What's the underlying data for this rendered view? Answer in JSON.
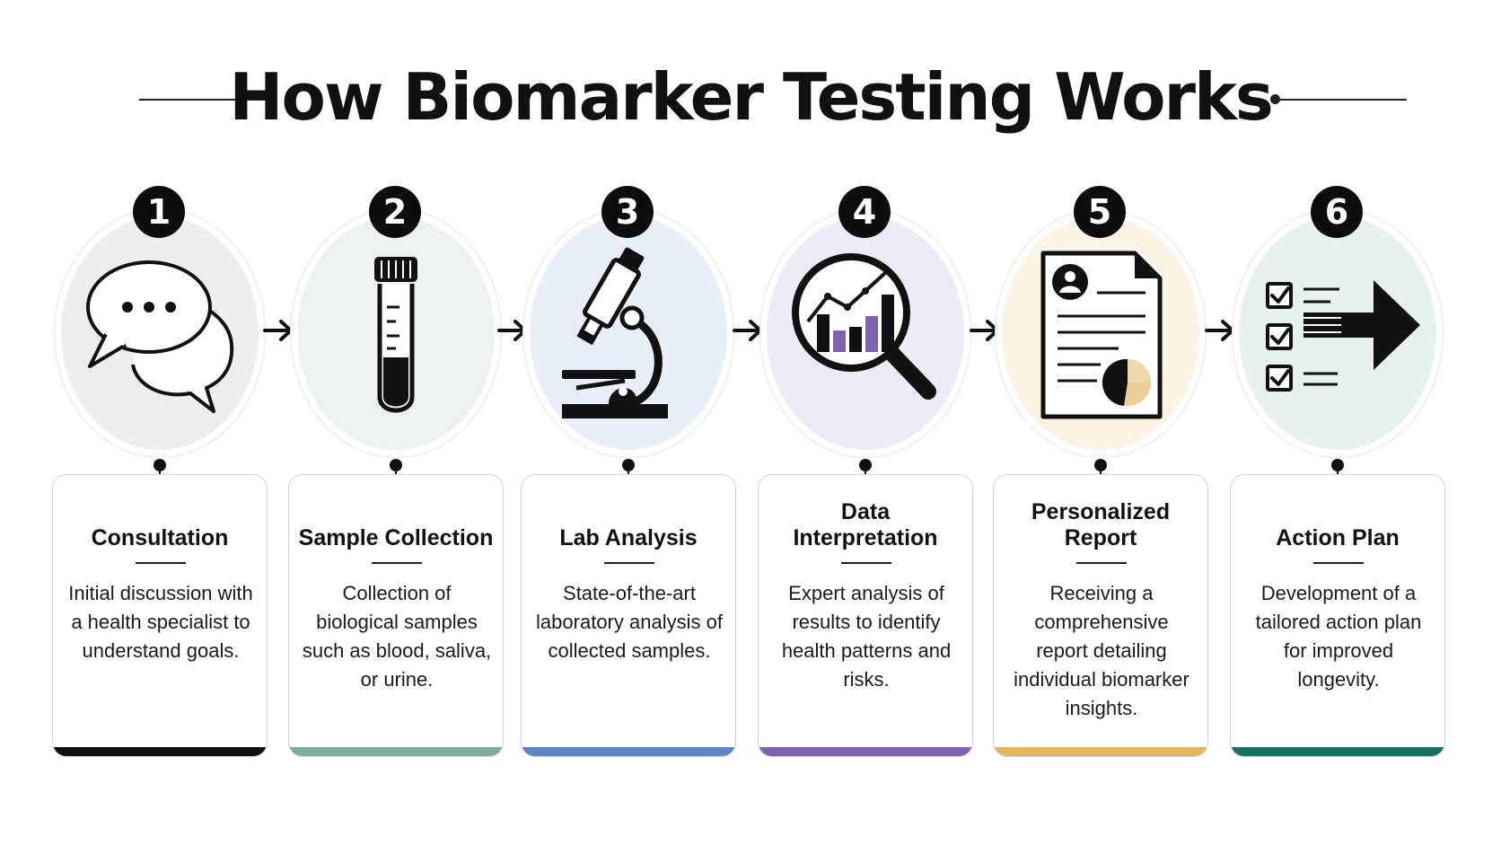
{
  "title": "How Biomarker Testing Works",
  "colors": {
    "consultation": "#111111",
    "sample_collection": "#7fae98",
    "lab_analysis": "#5f86c4",
    "data_interpretation": "#7e62b0",
    "personalized_report": "#e1b65e",
    "action_plan": "#18705e"
  },
  "steps": [
    {
      "number": "1",
      "icon": "speech-bubbles-icon",
      "title": "Consultation",
      "description": "Initial discussion with a health specialist to understand goals."
    },
    {
      "number": "2",
      "icon": "test-tube-icon",
      "title": "Sample Collection",
      "description": "Collection of biological samples such as blood, saliva, or urine."
    },
    {
      "number": "3",
      "icon": "microscope-icon",
      "title": "Lab Analysis",
      "description": "State-of-the-art laboratory analysis of collected samples."
    },
    {
      "number": "4",
      "icon": "magnifier-chart-icon",
      "title": "Data Interpretation",
      "description": "Expert analysis of results to identify health patterns and risks."
    },
    {
      "number": "5",
      "icon": "report-document-icon",
      "title": "Personalized Report",
      "description": "Receiving a comprehensive report detailing individual biomarker insights."
    },
    {
      "number": "6",
      "icon": "checklist-arrow-icon",
      "title": "Action Plan",
      "description": "Development of a tailored action plan for improved longevity."
    }
  ]
}
